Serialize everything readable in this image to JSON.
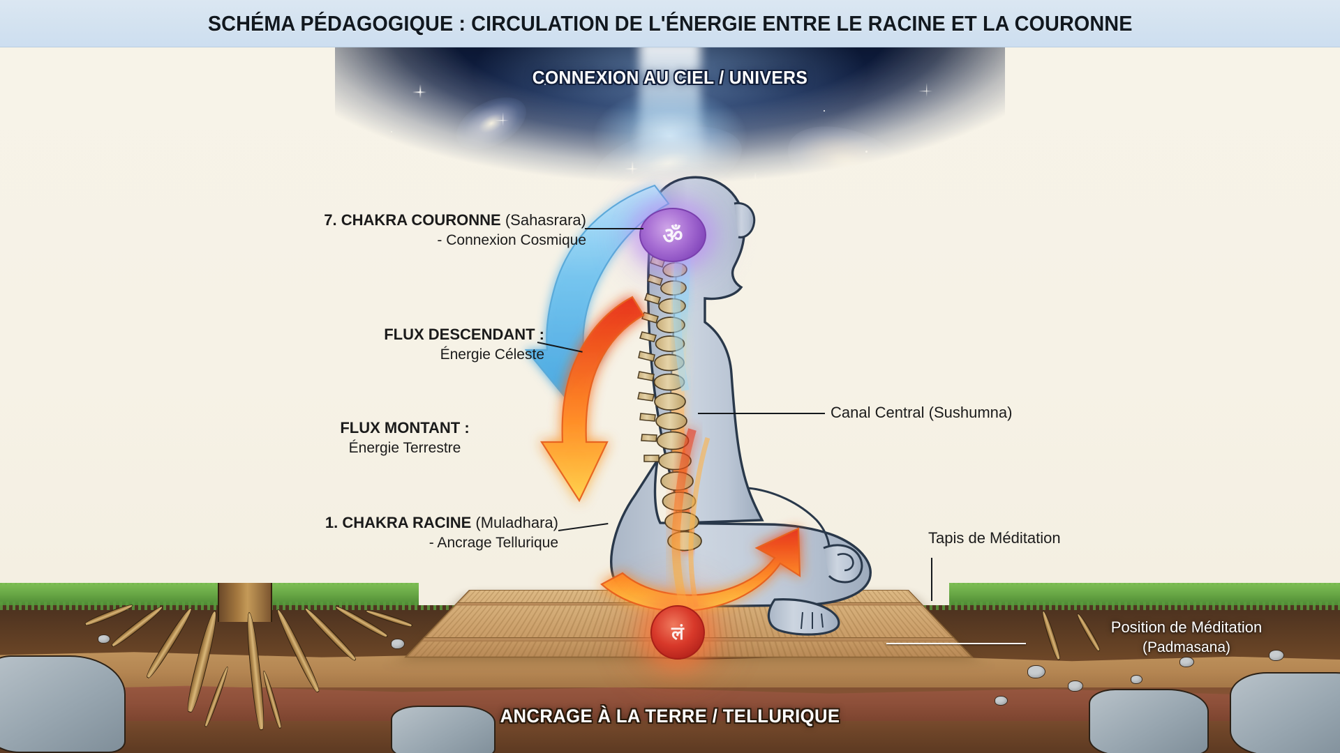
{
  "title": "SCHÉMA PÉDAGOGIQUE : CIRCULATION DE L'ÉNERGIE ENTRE LE RACINE ET LA COURONNE",
  "banners": {
    "top": "CONNEXION AU CIEL / UNIVERS",
    "bottom": "ANCRAGE À LA TERRE / TELLURIQUE"
  },
  "labels": {
    "crown": {
      "line1_bold": "7. CHAKRA COURONNE",
      "line1_rest": " (Sahasrara)",
      "line2": "- Connexion Cosmique"
    },
    "descending": {
      "line1_bold": "FLUX DESCENDANT :",
      "line2": "Énergie Céleste"
    },
    "ascending": {
      "line1_bold": "FLUX MONTANT :",
      "line2": "Énergie Terrestre"
    },
    "root": {
      "line1_bold": "1. CHAKRA RACINE",
      "line1_rest": " (Muladhara)",
      "line2": "- Ancrage Tellurique"
    },
    "canal": {
      "text": "Canal Central (Sushumna)"
    },
    "mat": {
      "text": "Tapis de Méditation"
    },
    "position": {
      "line1": "Position de Méditation",
      "line2": "(Padmasana)"
    }
  },
  "chakra_glyphs": {
    "crown": "ॐ",
    "root": "लं"
  },
  "colors": {
    "title_bar": "#d3e2f0",
    "paper": "#f6f2e6",
    "sky_deep": "#0b1733",
    "crown_purple": "#a86fd4",
    "root_red": "#d8392a",
    "descending_blue": "#6fc5ee",
    "ascending_orange": "#f4541e",
    "soil_brown": "#6a4526",
    "grass_green": "#69a846",
    "mat_tan": "#d3ab76",
    "body_grey": "#c3ccd8",
    "bone_beige": "#d8c291"
  }
}
